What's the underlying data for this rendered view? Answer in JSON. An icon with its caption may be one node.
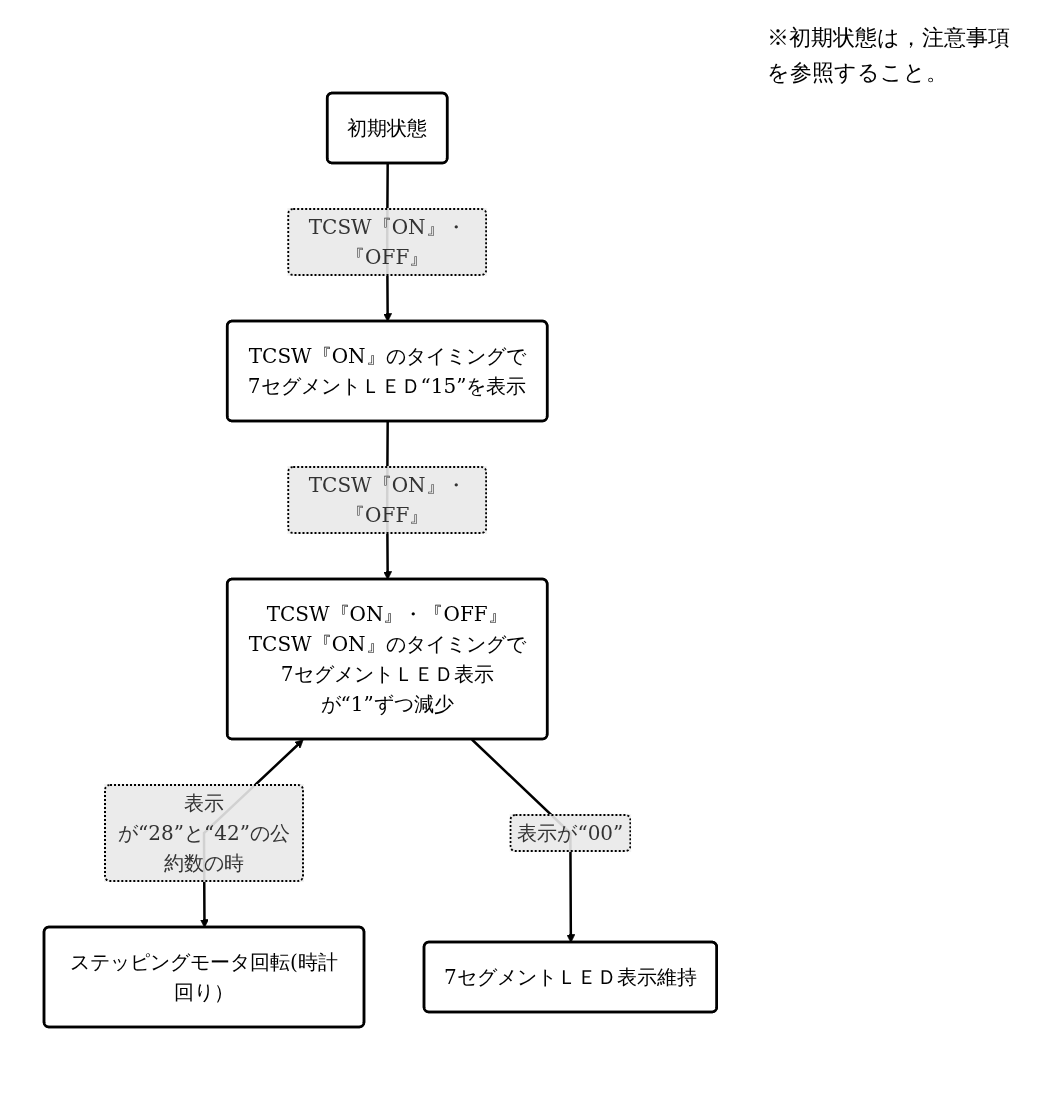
{
  "diagram": {
    "nodes": [
      {
        "text": [
          "初期状態"
        ]
      },
      {
        "text": [
          "TCSW『ON』のタイミングで7セグメントＬＥＤ“15”を表示"
        ]
      },
      {
        "text": [
          "TCSW『ON』・『OFF』TCSW『ON』のタイミングで7セグメントＬＥＤ表示が“1”ずつ減少"
        ]
      },
      {
        "text": [
          "ステッピングモータ回転(時計回り）"
        ]
      },
      {
        "text": [
          "7セグメントＬＥＤ表示維持"
        ]
      }
    ],
    "edges": [
      {
        "from": 0,
        "to": 1,
        "arrow": "to",
        "label": "TCSW『ON』・『OFF』"
      },
      {
        "from": 1,
        "to": 2,
        "arrow": "to",
        "label": "TCSW『ON』・『OFF』"
      },
      {
        "from": 2,
        "to": 3,
        "arrow": "both",
        "label": "表示が“28”と“42”の公約数の時"
      },
      {
        "from": 2,
        "to": 4,
        "arrow": "to",
        "label": "表示が“00”"
      }
    ],
    "labels": [
      "※初期状態は，注意事項を参照すること。"
    ]
  }
}
